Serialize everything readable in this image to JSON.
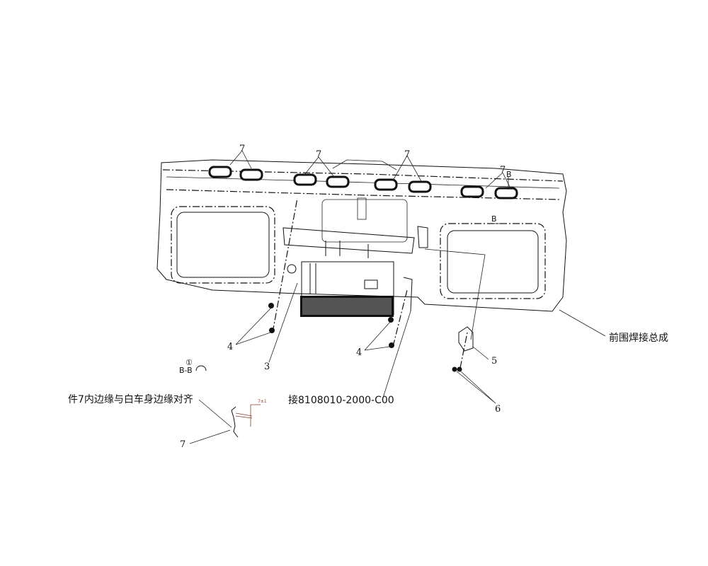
{
  "callouts": {
    "item7_a": "7",
    "item7_b": "7",
    "item7_c": "7",
    "item7_d": "7",
    "section_b_top": "B",
    "section_b_bottom": "B",
    "item4_left": "4",
    "item4_right": "4",
    "item3": "3",
    "item5": "5",
    "item6": "6",
    "assembly_label": "前围焊接总成",
    "connect_label": "接8108010-2000-C00"
  },
  "section_view": {
    "marker": "①",
    "title": "B-B",
    "note": "件7内边缘与白车身边缘对齐",
    "item_label": "7",
    "dimension": "7±1"
  }
}
